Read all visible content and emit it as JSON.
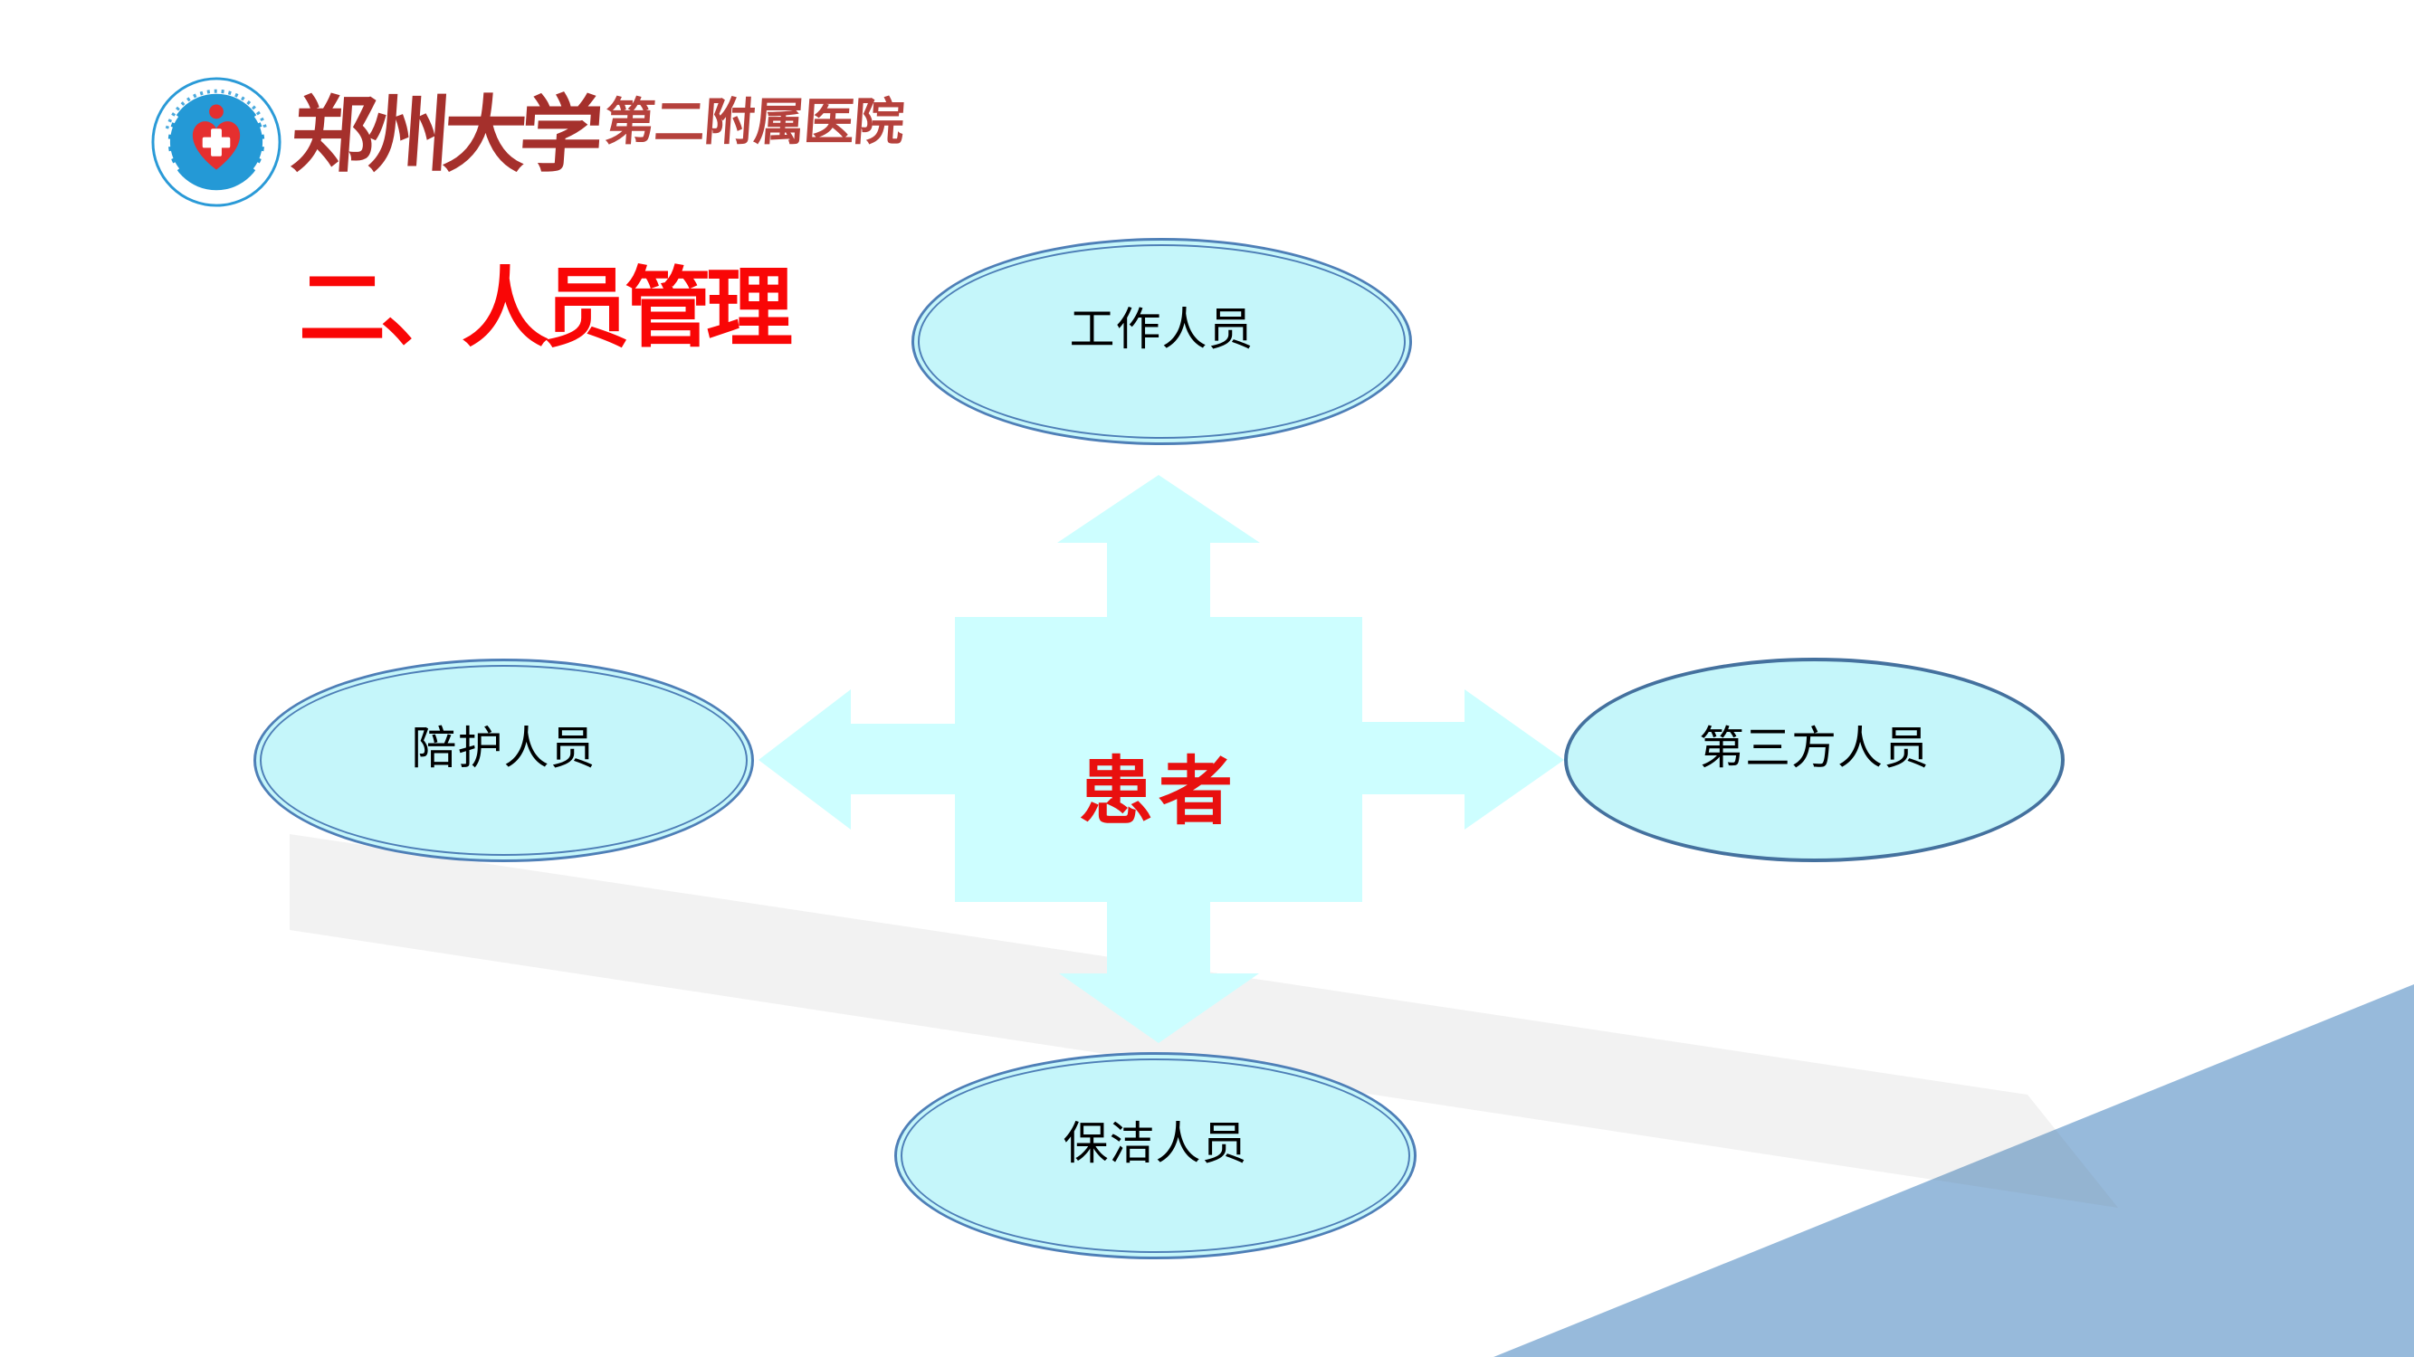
{
  "header": {
    "university_name": "郑州大学",
    "hospital_name": "第二附属医院",
    "logo": "zhengzhou-university-second-affiliated-hospital-emblem"
  },
  "title": "二、人员管理",
  "diagram": {
    "center_label": "患者",
    "nodes": {
      "top": "工作人员",
      "left": "陪护人员",
      "right": "第三方人员",
      "bottom": "保洁人员"
    }
  },
  "colors": {
    "title_red": "#F90606",
    "center_red": "#E8100F",
    "shape_cyan": "#CDFEFF",
    "ellipse_cyan": "#C5F6FA",
    "ellipse_border": "#4E7FB7",
    "corner_triangle": "#97BADB",
    "band_gray": "rgba(128,128,128,0.10)",
    "header_text_red": "#A5302C",
    "header_sub_red": "#B5413C",
    "logo_blue": "#2499D6",
    "logo_ring_blue": "#2A9AD7",
    "logo_red": "#E52F2F"
  }
}
